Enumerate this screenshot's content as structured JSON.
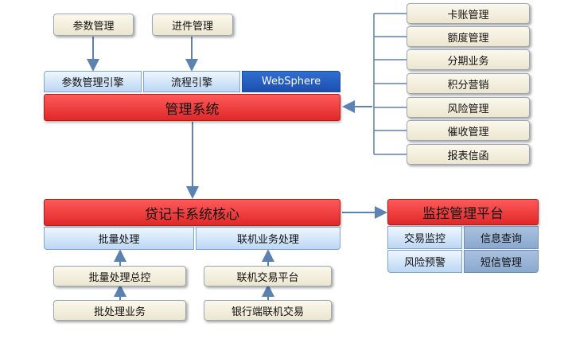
{
  "top": {
    "param_mgmt": "参数管理",
    "process_mgmt": "进件管理"
  },
  "engines": {
    "param_engine": "参数管理引擎",
    "flow_engine": "流程引擎",
    "websphere": "WebSphere"
  },
  "mgmt_system": "管理系统",
  "right_modules": [
    "卡账管理",
    "额度管理",
    "分期业务",
    "积分营销",
    "风险管理",
    "催收管理",
    "报表信函"
  ],
  "core": "贷记卡系统核心",
  "core_parts": {
    "batch": "批量处理",
    "online": "联机业务处理"
  },
  "batch_chain": [
    "批量处理总控",
    "批处理业务"
  ],
  "online_chain": [
    "联机交易平台",
    "银行端联机交易"
  ],
  "monitor": {
    "title": "监控管理平台",
    "items": [
      "交易监控",
      "信息查询",
      "风险预警",
      "短信管理"
    ]
  }
}
